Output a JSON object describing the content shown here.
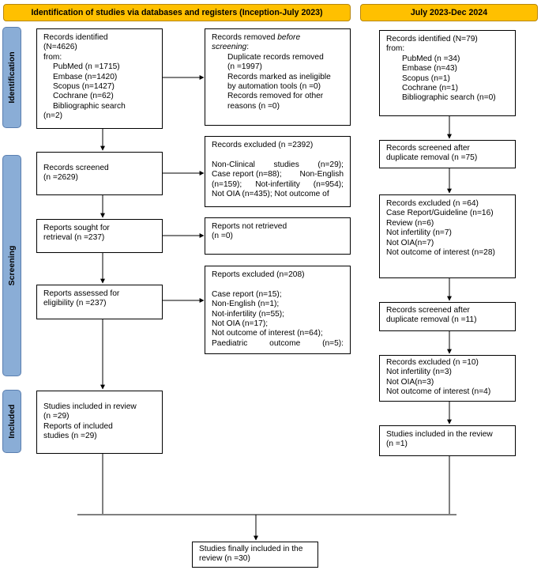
{
  "headers": {
    "left": "Identification of studies via databases and registers (Inception-July 2023)",
    "right": "July 2023-Dec 2024"
  },
  "phases": {
    "identification": "Identification",
    "screening": "Screening",
    "included": "Included"
  },
  "left": {
    "identified": {
      "l1": "Records identified",
      "l2": "(N=4626)",
      "l3": "from:",
      "s1": "PubMed (n =1715)",
      "s2": "Embase (n=1420)",
      "s3": "Scopus (n=1427)",
      "s4": "Cochrane (n=62)",
      "s5": "Bibliographic search",
      "s6": "(n=2)"
    },
    "removed": {
      "l1a": "Records removed ",
      "l1b": "before",
      "l2": "screening",
      "l2c": ":",
      "r1": "Duplicate records removed",
      "r2": "(n =1997)",
      "r3": "Records marked as ineligible",
      "r4": "by automation tools (n =0)",
      "r5": "Records removed for other",
      "r6": "reasons (n =0)"
    },
    "screened": {
      "l1": "Records screened",
      "l2": "(n =2629)"
    },
    "excluded1": {
      "l1": "Records excluded (n =2392)",
      "a1": "Non-Clinical",
      "a2": "studies",
      "a3": "(n=29);",
      "b1": "Case report (n=88);",
      "b2": "Non-English",
      "c1": "(n=159);",
      "c2": "Not-infertility",
      "c3": "(n=954);",
      "d1": "Not OIA (n=435); Not outcome of"
    },
    "sought": {
      "l1": "Reports sought for",
      "l2": "retrieval (n =237)"
    },
    "notRetrieved": {
      "l1": "Reports not retrieved",
      "l2": "(n =0)"
    },
    "assessed": {
      "l1": "Reports assessed for",
      "l2": "eligibility (n =237)"
    },
    "excluded2": {
      "l1": "Reports excluded (n=208)",
      "r1": "Case report (n=15);",
      "r2": "Non-English (n=1);",
      "r3": "Not-infertility (n=55);",
      "r4": "Not OIA (n=17);",
      "r5": "Not outcome of interest (n=64);",
      "r6a": "Paediatric",
      "r6b": "outcome",
      "r6c": "(n=5):"
    },
    "included": {
      "l1": "Studies included in review",
      "l2": "(n =29)",
      "l3": "Reports of included",
      "l4": "studies (n =29)"
    }
  },
  "right": {
    "identified": {
      "l1": "Records identified (N=79)",
      "l2": "from:",
      "s1": "PubMed (n =34)",
      "s2": "Embase (n=43)",
      "s3": "Scopus (n=1)",
      "s4": "Cochrane (n=1)",
      "s5": "Bibliographic search (n=0)"
    },
    "screened1": {
      "l1": "Records screened after",
      "l2": "duplicate removal (n =75)"
    },
    "excluded1": {
      "l1": "Records excluded (n =64)",
      "l2": "Case Report/Guideline (n=16)",
      "l3": "Review (n=6)",
      "l4": "Not infertility (n=7)",
      "l5": "Not OIA(n=7)",
      "l6": "Not outcome of interest (n=28)"
    },
    "screened2": {
      "l1": "Records screened after",
      "l2": "duplicate removal (n =11)"
    },
    "excluded2": {
      "l1": "Records excluded (n =10)",
      "l2": "Not infertility (n=3)",
      "l3": "Not OIA(n=3)",
      "l4": "Not outcome of interest (n=4)"
    },
    "included": {
      "l1": "Studies included in the review",
      "l2": "(n =1)"
    }
  },
  "final": {
    "l1": "Studies finally included in the",
    "l2": "review (n =30)"
  },
  "colors": {
    "header_fill": "#ffc000",
    "phase_fill": "#8aadd6",
    "line": "#000000"
  }
}
